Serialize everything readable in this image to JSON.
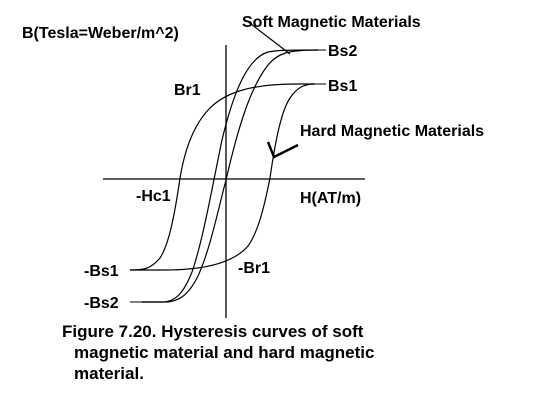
{
  "diagram": {
    "y_axis_label": "B(Tesla=Weber/m^2)",
    "x_axis_label": "H(AT/m)",
    "soft_label": "Soft Magnetic Materials",
    "hard_label": "Hard Magnetic Materials",
    "bs2": "Bs2",
    "bs1": "Bs1",
    "br1": "Br1",
    "neg_hc1": "-Hc1",
    "neg_br1": "-Br1",
    "neg_bs1": "-Bs1",
    "neg_bs2": "-Bs2"
  },
  "caption": {
    "line1": "Figure 7.20. Hysteresis curves of soft",
    "line2": "magnetic material and hard magnetic",
    "line3": "material."
  },
  "colors": {
    "ink": "#000000",
    "background": "#ffffff"
  }
}
